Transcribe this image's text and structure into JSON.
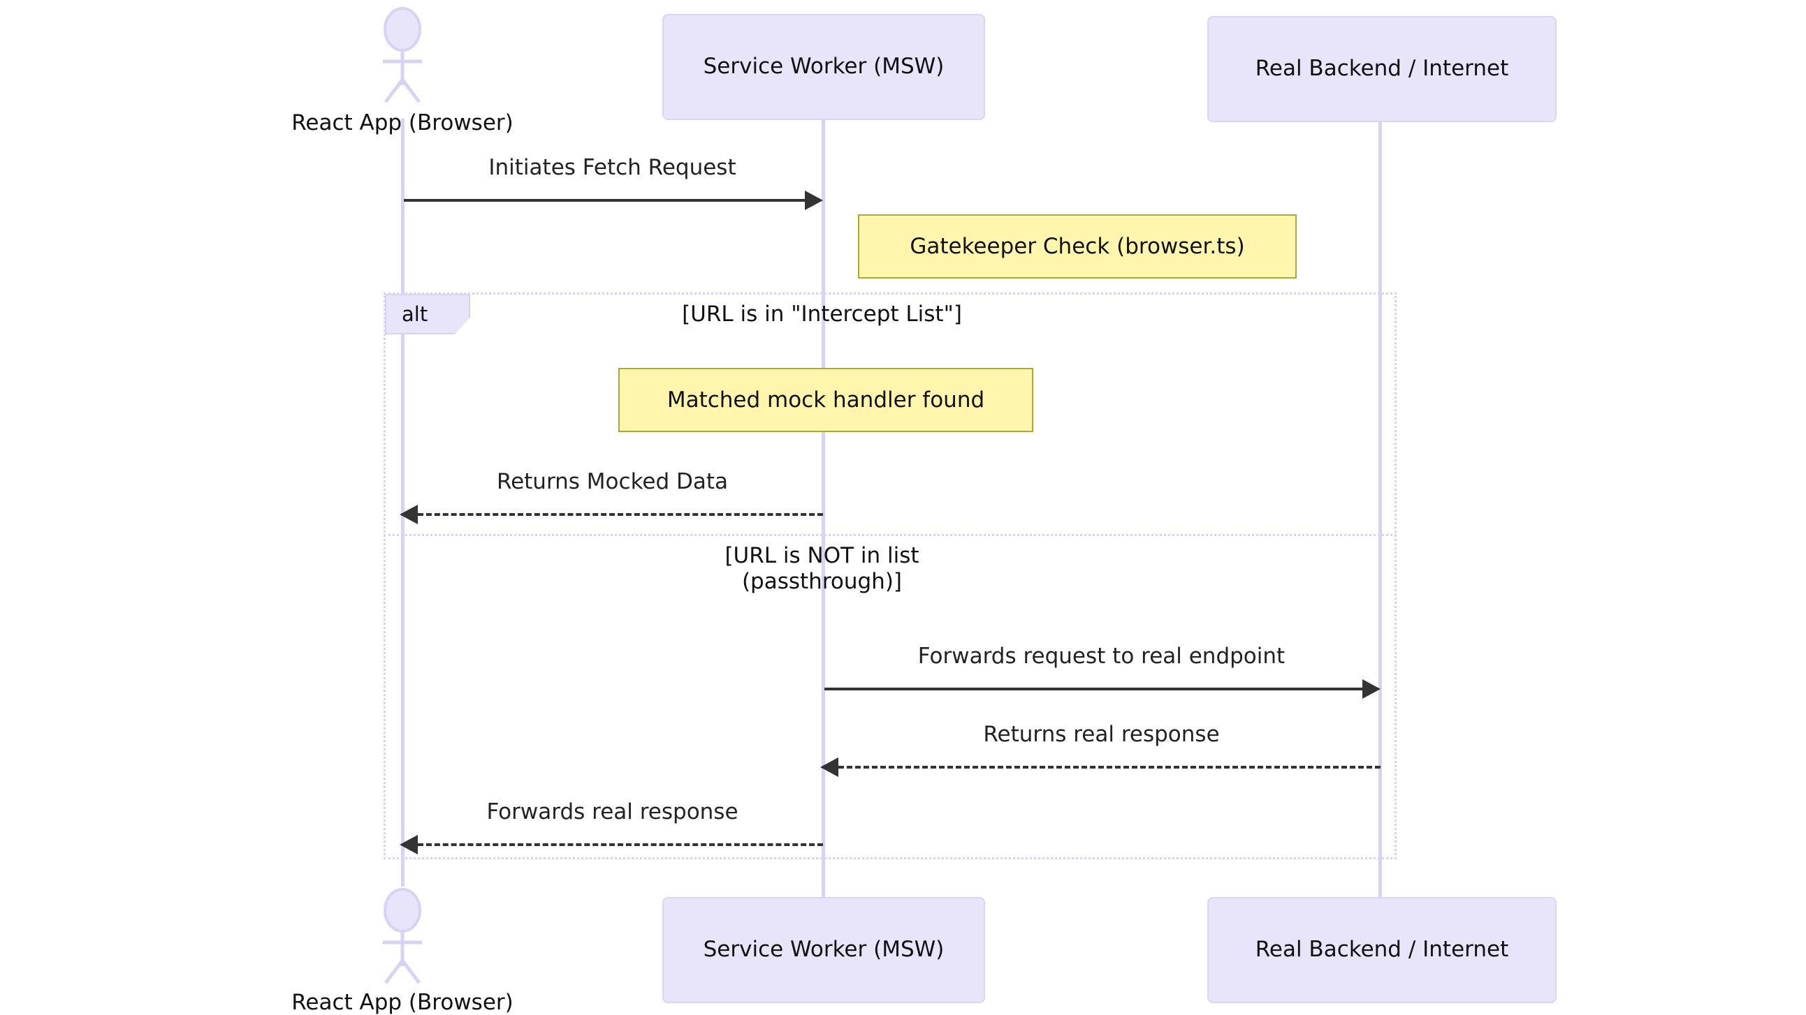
{
  "diagram": {
    "type": "uml-sequence-diagram",
    "title": "MSW Service Worker request interception flow",
    "colors": {
      "participant_fill": "#e8e5fa",
      "participant_stroke": "#ddd4f5",
      "lifeline": "#d8d2f5",
      "note_fill": "#fff5ad",
      "note_stroke": "#aaaa33",
      "arrow": "#333333",
      "text": "#111111",
      "background": "#ffffff"
    }
  },
  "participants": [
    {
      "id": "app",
      "label": "React App (Browser)",
      "kind": "actor"
    },
    {
      "id": "sw",
      "label": "Service Worker (MSW)",
      "kind": "box"
    },
    {
      "id": "backend",
      "label": "Real Backend / Internet",
      "kind": "box"
    }
  ],
  "participants_bottom": [
    {
      "id": "app",
      "label": "React App (Browser)",
      "kind": "actor"
    },
    {
      "id": "sw",
      "label": "Service Worker (MSW)",
      "kind": "box"
    },
    {
      "id": "backend",
      "label": "Real Backend / Internet",
      "kind": "box"
    }
  ],
  "messages": [
    {
      "id": "m1",
      "label": "Initiates Fetch Request",
      "from": "app",
      "to": "sw",
      "style": "solid",
      "direction": "right"
    },
    {
      "id": "m2",
      "label": "Returns Mocked Data",
      "from": "sw",
      "to": "app",
      "style": "dashed",
      "direction": "left"
    },
    {
      "id": "m3",
      "label": "Forwards request to real endpoint",
      "from": "sw",
      "to": "backend",
      "style": "solid",
      "direction": "right"
    },
    {
      "id": "m4",
      "label": "Returns real response",
      "from": "backend",
      "to": "sw",
      "style": "dashed",
      "direction": "left"
    },
    {
      "id": "m5",
      "label": "Forwards real response",
      "from": "sw",
      "to": "app",
      "style": "dashed",
      "direction": "left"
    }
  ],
  "notes": [
    {
      "id": "n1",
      "text": "Gatekeeper Check (browser.ts)",
      "over": "sw"
    },
    {
      "id": "n2",
      "text": "Matched mock handler found",
      "over": "sw"
    }
  ],
  "fragment": {
    "keyword": "alt",
    "branches": [
      {
        "id": "b1",
        "condition": "[URL is in \"Intercept List\"]"
      },
      {
        "id": "b2",
        "condition": "[URL is NOT in list\n(passthrough)]"
      }
    ]
  }
}
